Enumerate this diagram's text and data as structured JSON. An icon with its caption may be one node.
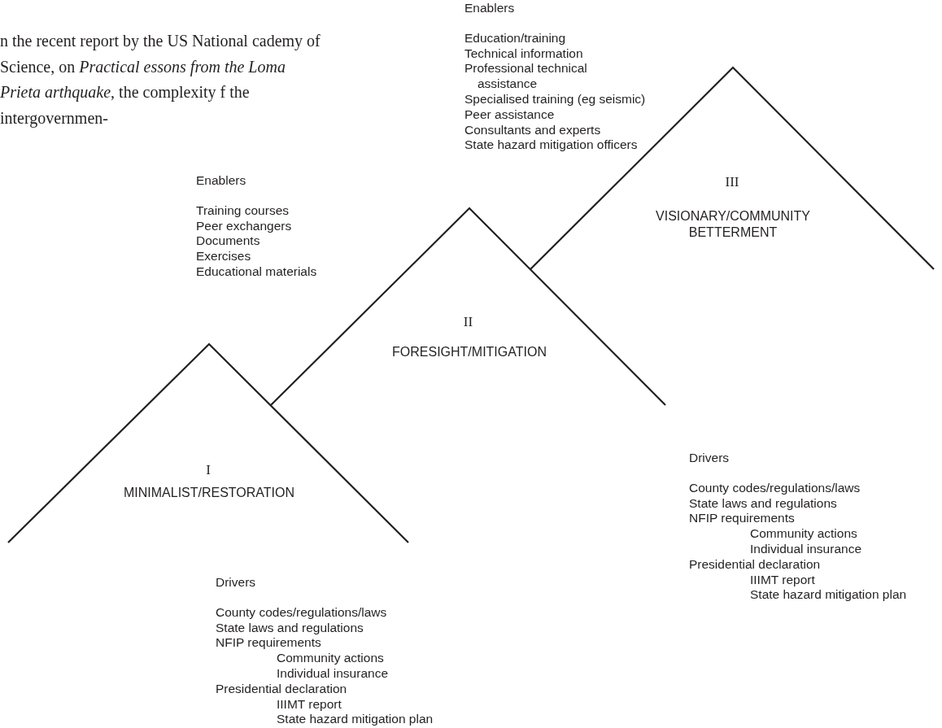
{
  "diagram": {
    "nodes": [
      {
        "text": [
          "I",
          "MINIMALIST/RESTORATION"
        ]
      },
      {
        "text": [
          "II",
          "FORESIGHT/MITIGATION"
        ]
      },
      {
        "text": [
          "III",
          "VISIONARY/COMMUNITY BETTERMENT"
        ]
      }
    ],
    "labels": [
      "n the recent report by the US National cademy of Science, on *Practical essons from the Loma Prieta arthquake*, the complexity f the intergovernmen-",
      "Enablers",
      "Education/training",
      "Technical information",
      "Professional technical assistance",
      "Specialised training (eg seismic)",
      "Peer assistance",
      "Consultants and experts",
      "State hazard mitigation officers",
      "Enablers",
      "Training courses",
      "Peer exchangers",
      "Documents",
      "Exercises",
      "Educational materials",
      "Drivers",
      "County codes/regulations/laws",
      "State laws and regulations",
      "NFIP requirements",
      "Community actions",
      "Individual insurance",
      "Presidential declaration",
      "IIIMT report",
      "State hazard mitigation plan",
      "Drivers",
      "County codes/regulations/laws",
      "State laws and regulations",
      "NFIP requirements",
      "Community actions",
      "Individual insurance",
      "Presidential declaration",
      "IIIMT report",
      "State hazard mitigation plan"
    ]
  }
}
